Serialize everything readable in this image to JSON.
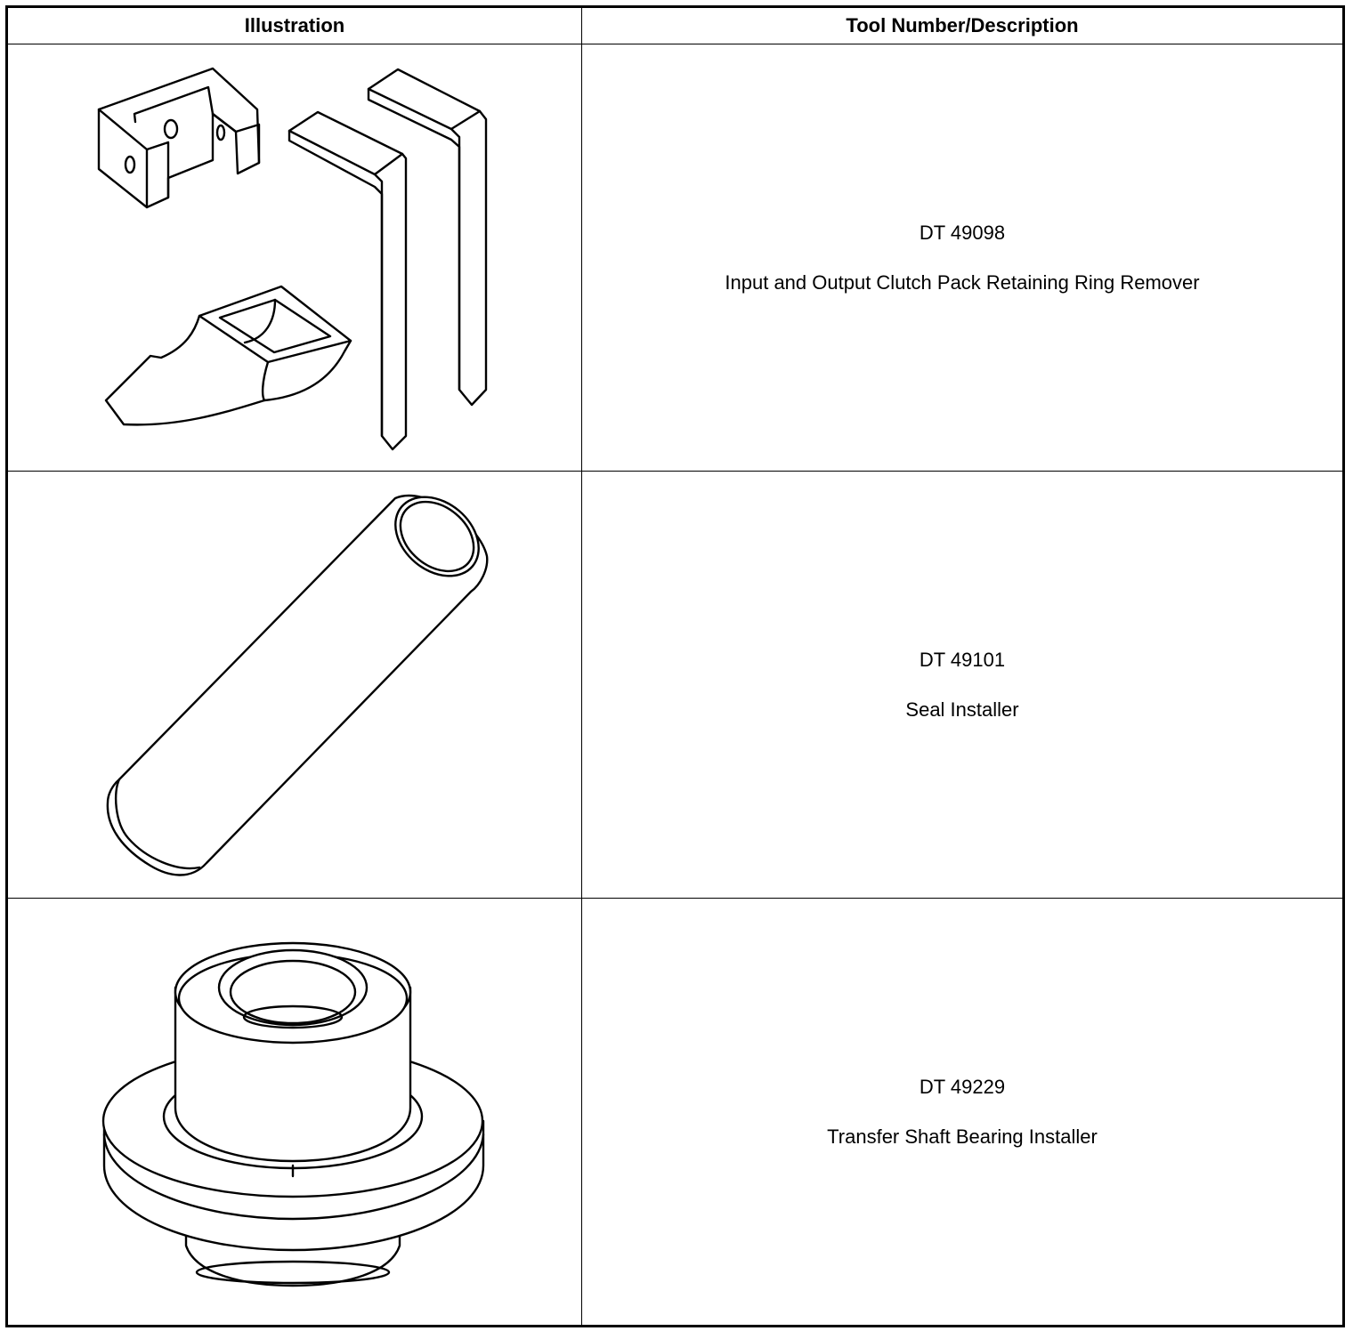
{
  "table": {
    "headers": {
      "illustration": "Illustration",
      "tool": "Tool Number/Description"
    },
    "rows": [
      {
        "illustration_icon": "clutch-pack-retaining-ring-remover-drawing",
        "tool_number": "DT 49098",
        "description": "Input and Output Clutch Pack Retaining Ring Remover"
      },
      {
        "illustration_icon": "seal-installer-drawing",
        "tool_number": "DT 49101",
        "description": "Seal Installer"
      },
      {
        "illustration_icon": "transfer-shaft-bearing-installer-drawing",
        "tool_number": "DT 49229",
        "description": "Transfer Shaft Bearing Installer"
      }
    ]
  }
}
